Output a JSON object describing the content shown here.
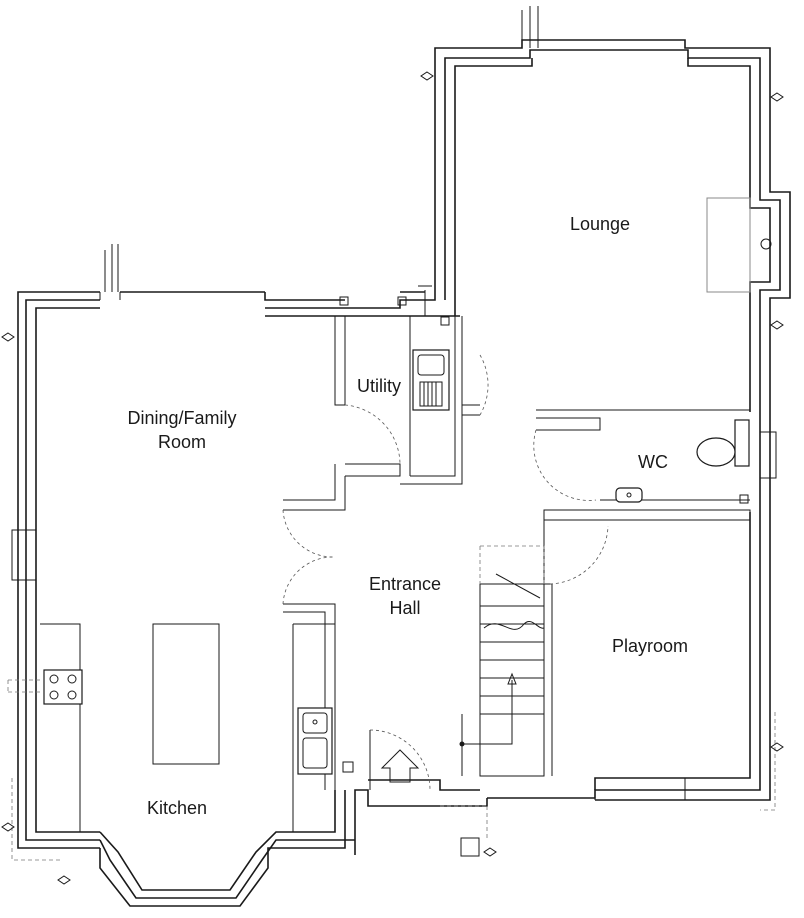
{
  "rooms": {
    "lounge": "Lounge",
    "utility": "Utility",
    "dining_line1": "Dining/Family",
    "dining_line2": "Room",
    "wc": "WC",
    "entrance_line1": "Entrance",
    "entrance_line2": "Hall",
    "playroom": "Playroom",
    "kitchen": "Kitchen"
  }
}
